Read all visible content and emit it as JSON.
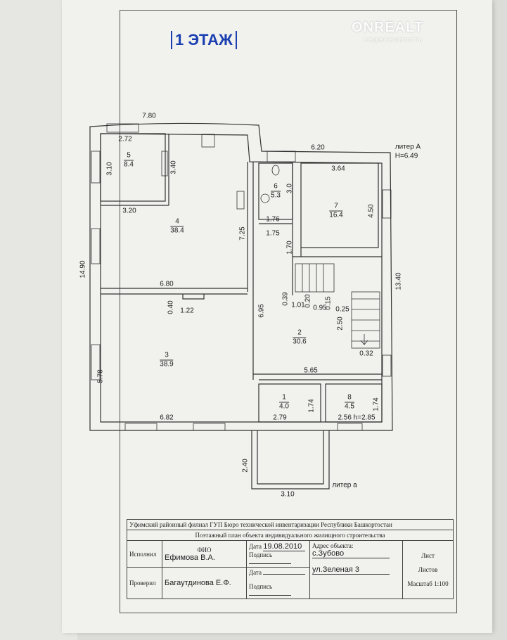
{
  "watermark": {
    "brand": "ONREALT",
    "sub": "недвижимость"
  },
  "title": "1 ЭТАЖ",
  "rooms": [
    {
      "num": "5",
      "area": "8.4"
    },
    {
      "num": "4",
      "area": "38.4"
    },
    {
      "num": "6",
      "area": "5.3"
    },
    {
      "num": "7",
      "area": "16.4"
    },
    {
      "num": "3",
      "area": "38.9"
    },
    {
      "num": "2",
      "area": "30.6"
    },
    {
      "num": "1",
      "area": "4.0"
    },
    {
      "num": "8",
      "area": "4.5"
    }
  ],
  "dims": {
    "d780": "7.80",
    "d272": "2.72",
    "d310": "3.10",
    "d340": "3.40",
    "d320": "3.20",
    "d620": "6.20",
    "d364": "3.64",
    "d30": "3.0",
    "d450": "4.50",
    "d176": "1.76",
    "d175": "1.75",
    "d725": "7.25",
    "d170": "1.70",
    "d1490": "14.90",
    "d1340": "13.40",
    "d680": "6.80",
    "d040": "0.40",
    "d122": "1.22",
    "d039": "0.39",
    "d101": "1.01",
    "d020": "0.20",
    "d095": "0.95",
    "d015": "0.15",
    "d025": "0.25",
    "d695": "6.95",
    "d250": "2.50",
    "d032": "0.32",
    "d565": "5.65",
    "d578": "5.78",
    "d174a": "1.74",
    "d174b": "1.74",
    "d682": "6.82",
    "d279": "2.79",
    "d256": "2.56 h=2.85",
    "d240": "2.40",
    "d310b": "3.10"
  },
  "liter_A": "литер А",
  "height": "H=6.49",
  "liter_a": "литер а",
  "stamp": {
    "org": "Уфимский районный филиал ГУП Бюро технической инвентаризации  Республики Башкортостан",
    "doc": "Поэтажный план объекта индивидуального жилищного строительства",
    "fio": "ФИО",
    "role1": "Исполнил",
    "name1": "Ефимова В.А.",
    "role2": "Проверил",
    "name2": "Багаутдинова Е.Ф.",
    "date_label": "Дата",
    "date_value": "19.08.2010",
    "sign_label": "Подпись",
    "addr_label": "Адрес объекта:",
    "addr1": "с.Зубово",
    "addr2": "ул.Зеленая 3",
    "sheet": "Лист",
    "sheets": "Листов",
    "scale": "Масштаб 1:100"
  }
}
